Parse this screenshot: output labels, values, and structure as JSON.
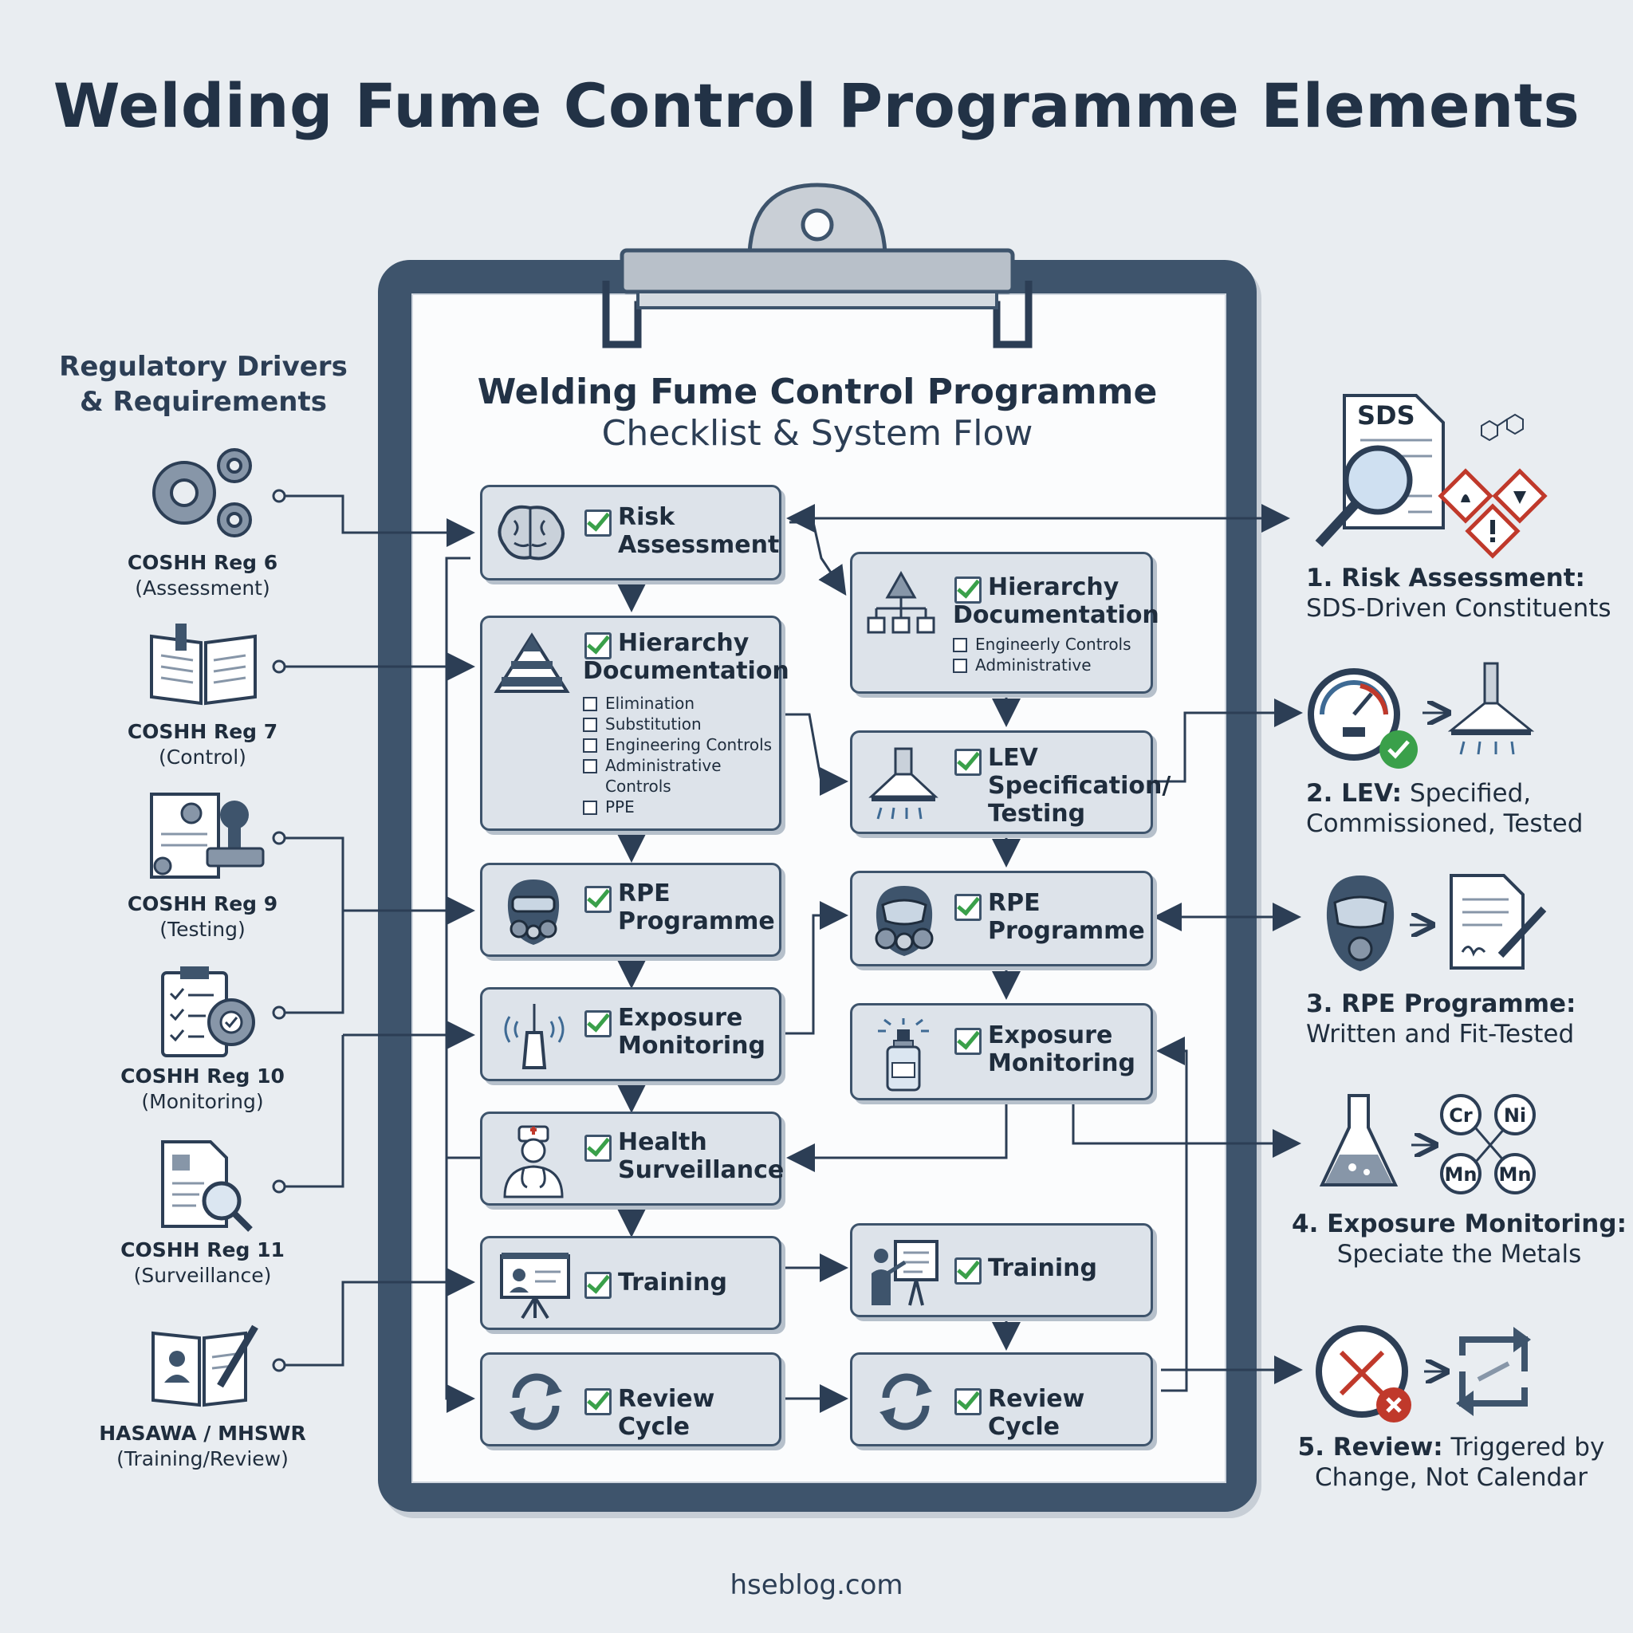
{
  "title": "Welding Fume Control Programme Elements",
  "left_heading": "Regulatory Drivers & Requirements",
  "regulations": [
    {
      "name": "COSHH Reg 6",
      "note": "(Assessment)",
      "icon": "gears-icon"
    },
    {
      "name": "COSHH Reg 7",
      "note": "(Control)",
      "icon": "open-book-icon"
    },
    {
      "name": "COSHH Reg 9",
      "note": "(Testing)",
      "icon": "certificate-stamp-icon"
    },
    {
      "name": "COSHH Reg 10",
      "note": "(Monitoring)",
      "icon": "clipboard-gear-icon"
    },
    {
      "name": "COSHH Reg 11",
      "note": "(Surveillance)",
      "icon": "document-magnifier-icon"
    },
    {
      "name": "HASAWA / MHSWR",
      "note": "(Training/Review)",
      "icon": "book-pen-icon"
    }
  ],
  "card": {
    "title": "Welding Fume Control Programme",
    "subtitle": "Checklist & System Flow"
  },
  "left_column": [
    {
      "label": "Risk Assessment",
      "icon": "brain-icon"
    },
    {
      "label": "Hierarchy Documentation",
      "icon": "pyramid-icon",
      "items": [
        "Elimination",
        "Substitution",
        "Engineering Controls",
        "Administrative",
        "Controls",
        "PPE"
      ]
    },
    {
      "label": "RPE Programme",
      "icon": "respirator-icon"
    },
    {
      "label": "Exposure Monitoring",
      "icon": "sensor-icon"
    },
    {
      "label": "Health Surveillance",
      "icon": "doctor-icon"
    },
    {
      "label": "Training",
      "icon": "presentation-icon"
    },
    {
      "label": "Review Cycle",
      "icon": "cycle-icon"
    }
  ],
  "right_column": [
    {
      "label": "Hierarchy Documentation",
      "icon": "org-chart-icon",
      "items": [
        "Engineerly Controls",
        "Administrative"
      ]
    },
    {
      "label": "LEV Specification/ Testing",
      "icon": "extraction-hood-icon"
    },
    {
      "label": "RPE Programme",
      "icon": "respirator-icon"
    },
    {
      "label": "Exposure Monitoring",
      "icon": "sampler-icon"
    },
    {
      "label": "Training",
      "icon": "trainer-icon"
    },
    {
      "label": "Review Cycle",
      "icon": "cycle-icon"
    }
  ],
  "outcomes": [
    {
      "head": "1. Risk Assessment:",
      "text": "SDS-Driven Constituents",
      "badge": "SDS"
    },
    {
      "head": "2. LEV:",
      "text": "Specified, Commissioned, Tested"
    },
    {
      "head": "3. RPE Programme:",
      "text": "Written and Fit-Tested"
    },
    {
      "head": "4. Exposure Monitoring:",
      "text": "Speciate the Metals",
      "elements": [
        "Cr",
        "Ni",
        "Mn",
        "Mn"
      ]
    },
    {
      "head": "5. Review:",
      "text": "Triggered by Change, Not Calendar"
    }
  ],
  "footer": "hseblog.com",
  "colors": {
    "navy": "#3e546c",
    "box": "#dde3ea",
    "check": "#3aa04a",
    "hazard": "#c0392b",
    "background": "#e9edf1"
  }
}
